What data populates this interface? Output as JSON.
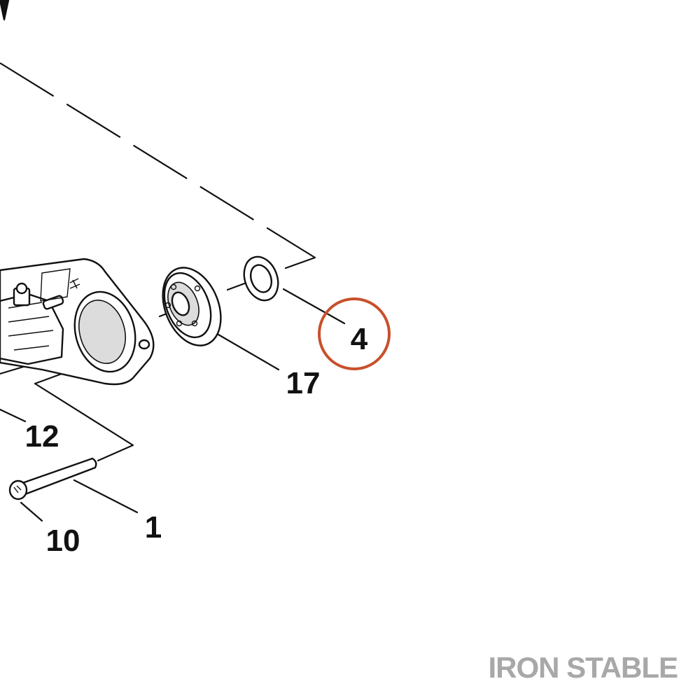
{
  "callouts": [
    {
      "id": "1",
      "label": "1"
    },
    {
      "id": "4",
      "label": "4",
      "highlighted": true
    },
    {
      "id": "10",
      "label": "10"
    },
    {
      "id": "12",
      "label": "12"
    },
    {
      "id": "17",
      "label": "17"
    }
  ],
  "watermark": "IRON STABLE",
  "colors": {
    "highlight": "#c8502b",
    "watermark": "#a8a8a8",
    "linework": "#111111"
  }
}
